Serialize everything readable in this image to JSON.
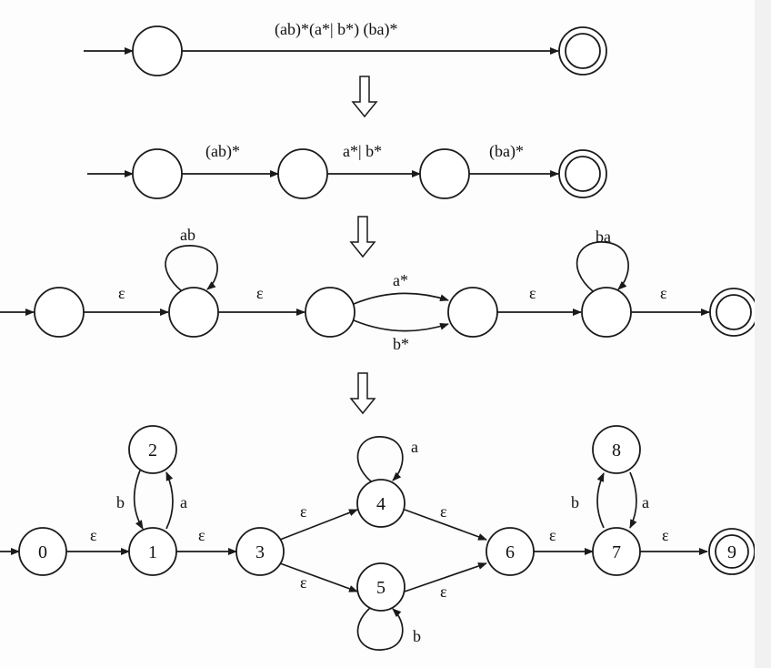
{
  "stage1": {
    "label": "(ab)*(a*| b*) (ba)*"
  },
  "stage2": {
    "labels": [
      "(ab)*",
      "a*| b*",
      "(ba)*"
    ]
  },
  "stage3": {
    "self_loops": [
      "ab",
      "ba"
    ],
    "labels": [
      "ε",
      "ε",
      "a*",
      "b*",
      "ε",
      "ε"
    ]
  },
  "stage4": {
    "states": [
      "0",
      "1",
      "2",
      "3",
      "4",
      "5",
      "6",
      "7",
      "8",
      "9"
    ],
    "labels": {
      "e01": "ε",
      "e13": "ε",
      "b21": "b",
      "a12": "a",
      "e34": "ε",
      "e35": "ε",
      "a44": "a",
      "b55": "b",
      "e46": "ε",
      "e56": "ε",
      "e67": "ε",
      "b78": "b",
      "a87": "a",
      "e79": "ε"
    }
  }
}
